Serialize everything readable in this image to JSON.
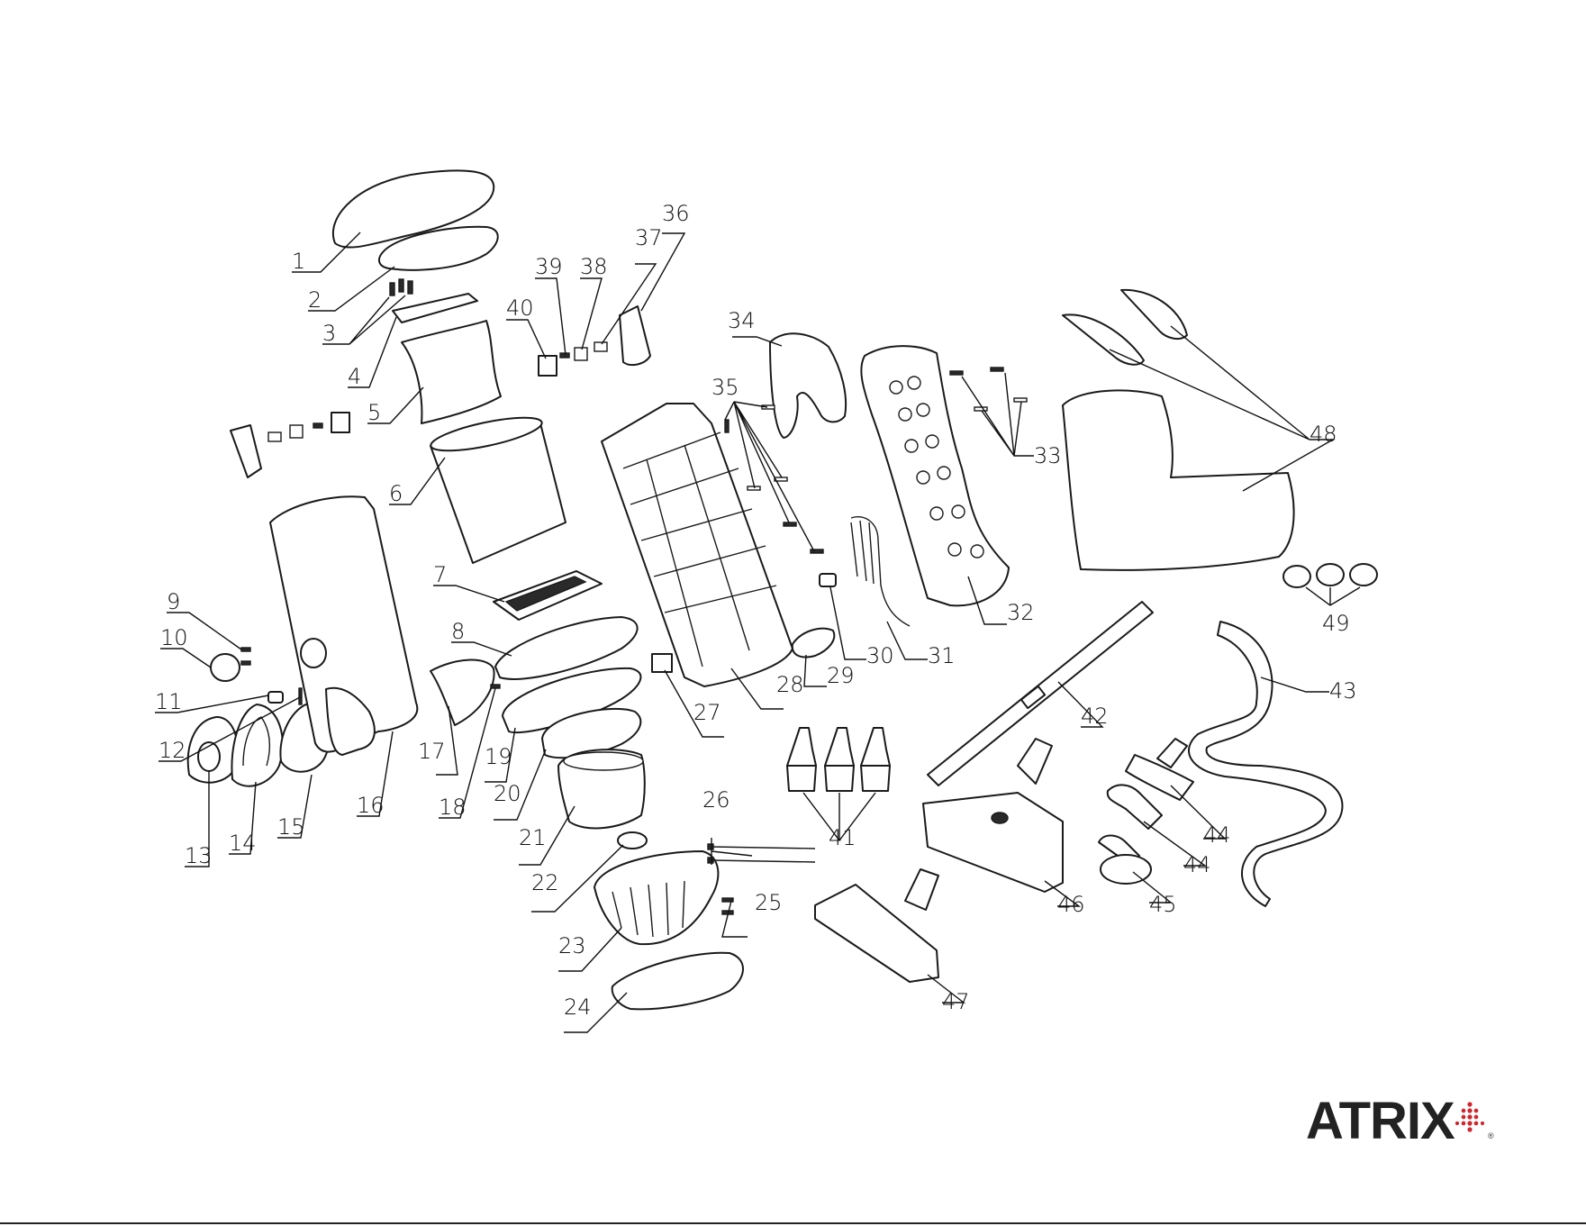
{
  "brand": {
    "name": "ATRIX",
    "registered_mark": "®",
    "dot_color": "#d0262e",
    "text_color": "#222222"
  },
  "callouts": [
    {
      "number": "1"
    },
    {
      "number": "2"
    },
    {
      "number": "3"
    },
    {
      "number": "4"
    },
    {
      "number": "5"
    },
    {
      "number": "6"
    },
    {
      "number": "7"
    },
    {
      "number": "8"
    },
    {
      "number": "9"
    },
    {
      "number": "10"
    },
    {
      "number": "11"
    },
    {
      "number": "12"
    },
    {
      "number": "13"
    },
    {
      "number": "14"
    },
    {
      "number": "15"
    },
    {
      "number": "16"
    },
    {
      "number": "17"
    },
    {
      "number": "18"
    },
    {
      "number": "19"
    },
    {
      "number": "20"
    },
    {
      "number": "21"
    },
    {
      "number": "22"
    },
    {
      "number": "23"
    },
    {
      "number": "24"
    },
    {
      "number": "25"
    },
    {
      "number": "26"
    },
    {
      "number": "27"
    },
    {
      "number": "28"
    },
    {
      "number": "29"
    },
    {
      "number": "30"
    },
    {
      "number": "31"
    },
    {
      "number": "32"
    },
    {
      "number": "33"
    },
    {
      "number": "34"
    },
    {
      "number": "35"
    },
    {
      "number": "36"
    },
    {
      "number": "37"
    },
    {
      "number": "38"
    },
    {
      "number": "39"
    },
    {
      "number": "40"
    },
    {
      "number": "41"
    },
    {
      "number": "42"
    },
    {
      "number": "43"
    },
    {
      "number": "44"
    },
    {
      "number": "44"
    },
    {
      "number": "45"
    },
    {
      "number": "46"
    },
    {
      "number": "47"
    },
    {
      "number": "48"
    },
    {
      "number": "49"
    }
  ]
}
